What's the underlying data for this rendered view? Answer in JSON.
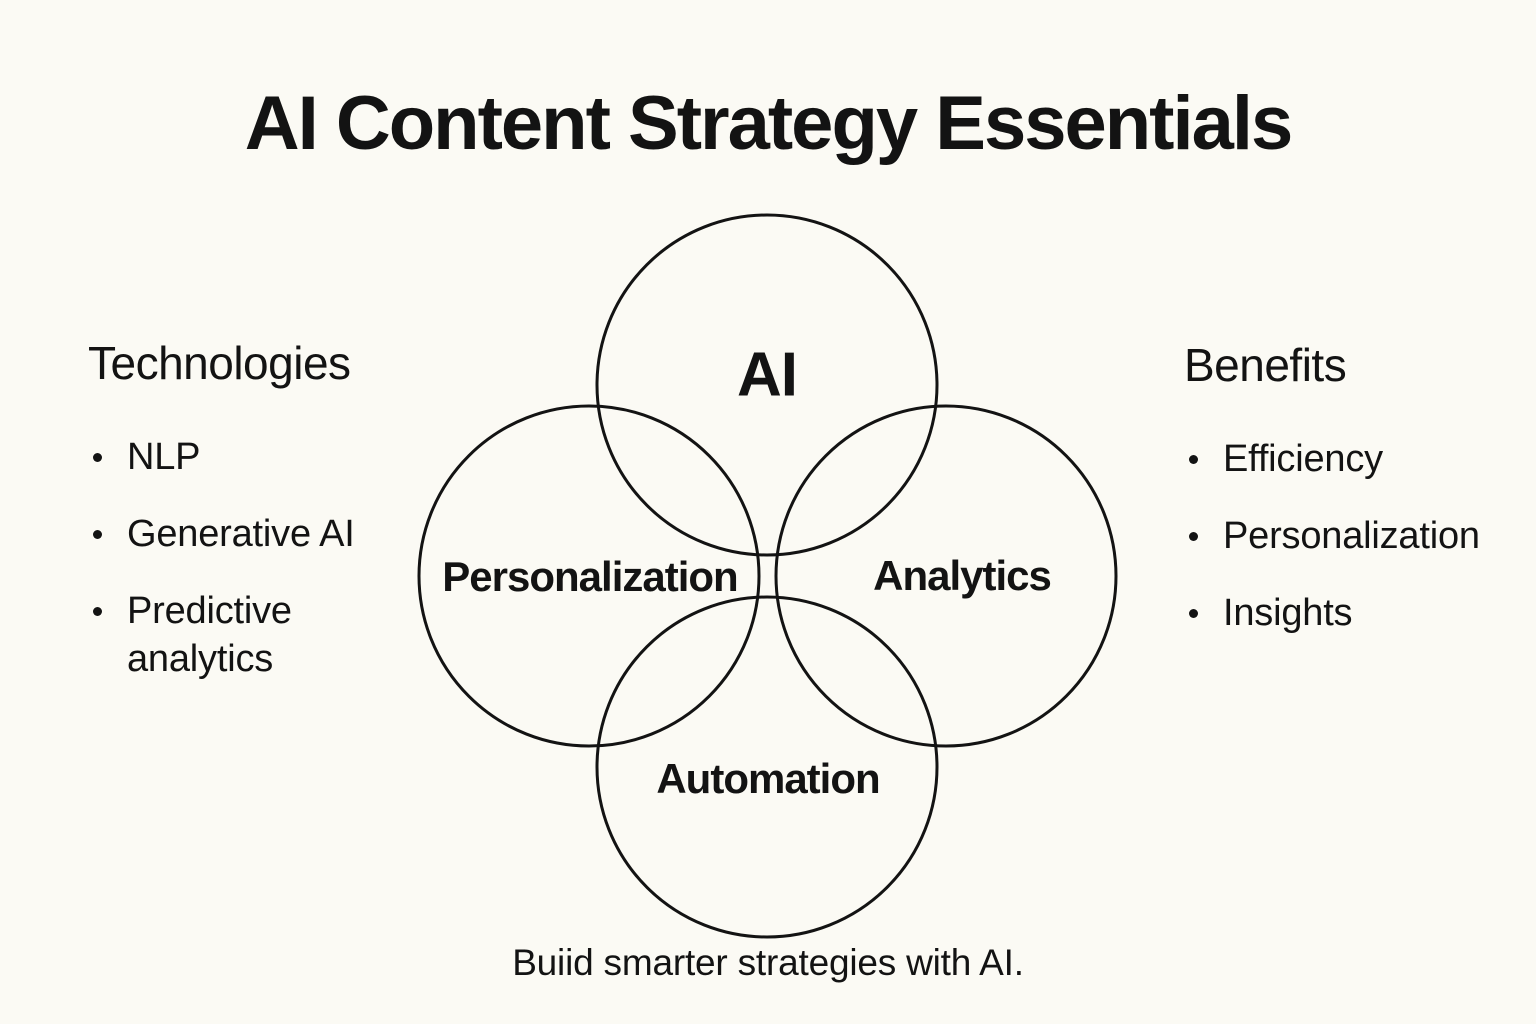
{
  "page": {
    "title": "AI Content Strategy Essentials",
    "caption": "Buiid smarter strategies with AI.",
    "colors": {
      "background": "#FBFAF4",
      "text": "#131313",
      "circle_stroke": "#131313"
    }
  },
  "diagram": {
    "type": "venn-4-circles",
    "circles": [
      {
        "id": "ai",
        "label": "AI"
      },
      {
        "id": "personalization",
        "label": "Personalization"
      },
      {
        "id": "analytics",
        "label": "Analytics"
      },
      {
        "id": "automation",
        "label": "Automation"
      }
    ]
  },
  "left_panel": {
    "heading": "Technologies",
    "items": [
      "NLP",
      "Generative AI",
      "Predictive\nanalytics"
    ]
  },
  "right_panel": {
    "heading": "Benefits",
    "items": [
      "Efficiency",
      "Personalization",
      "Insights"
    ]
  }
}
